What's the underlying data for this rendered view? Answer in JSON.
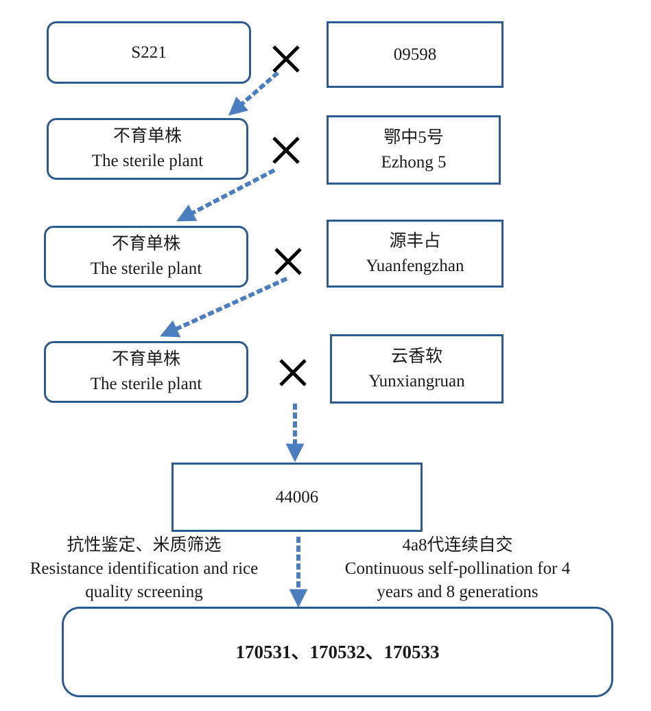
{
  "cross_symbol": "✕",
  "parents": {
    "p1": {
      "label": "S221"
    },
    "p2": {
      "label": "09598"
    }
  },
  "generations": [
    {
      "female_cn": "不育单株",
      "female_en": "The sterile plant",
      "male_cn": "鄂中5号",
      "male_en": "Ezhong 5"
    },
    {
      "female_cn": "不育单株",
      "female_en": "The sterile plant",
      "male_cn": "源丰占",
      "male_en": "Yuanfengzhan"
    },
    {
      "female_cn": "不育单株",
      "female_en": "The sterile plant",
      "male_cn": "云香软",
      "male_en": "Yunxiangruan"
    }
  ],
  "line": {
    "label": "44006"
  },
  "step_left": {
    "cn": "抗性鉴定、米质筛选",
    "en_line1": "Resistance identification and rice",
    "en_line2": "quality screening"
  },
  "step_right": {
    "cn": "4a8代连续自交",
    "en_line1": "Continuous self-pollination for 4",
    "en_line2": "years and 8 generations"
  },
  "result": {
    "label": "170531、170532、170533"
  },
  "colors": {
    "box_border": "#2d5a8e",
    "arrow": "#4a7ebf",
    "cross": "#000000"
  }
}
